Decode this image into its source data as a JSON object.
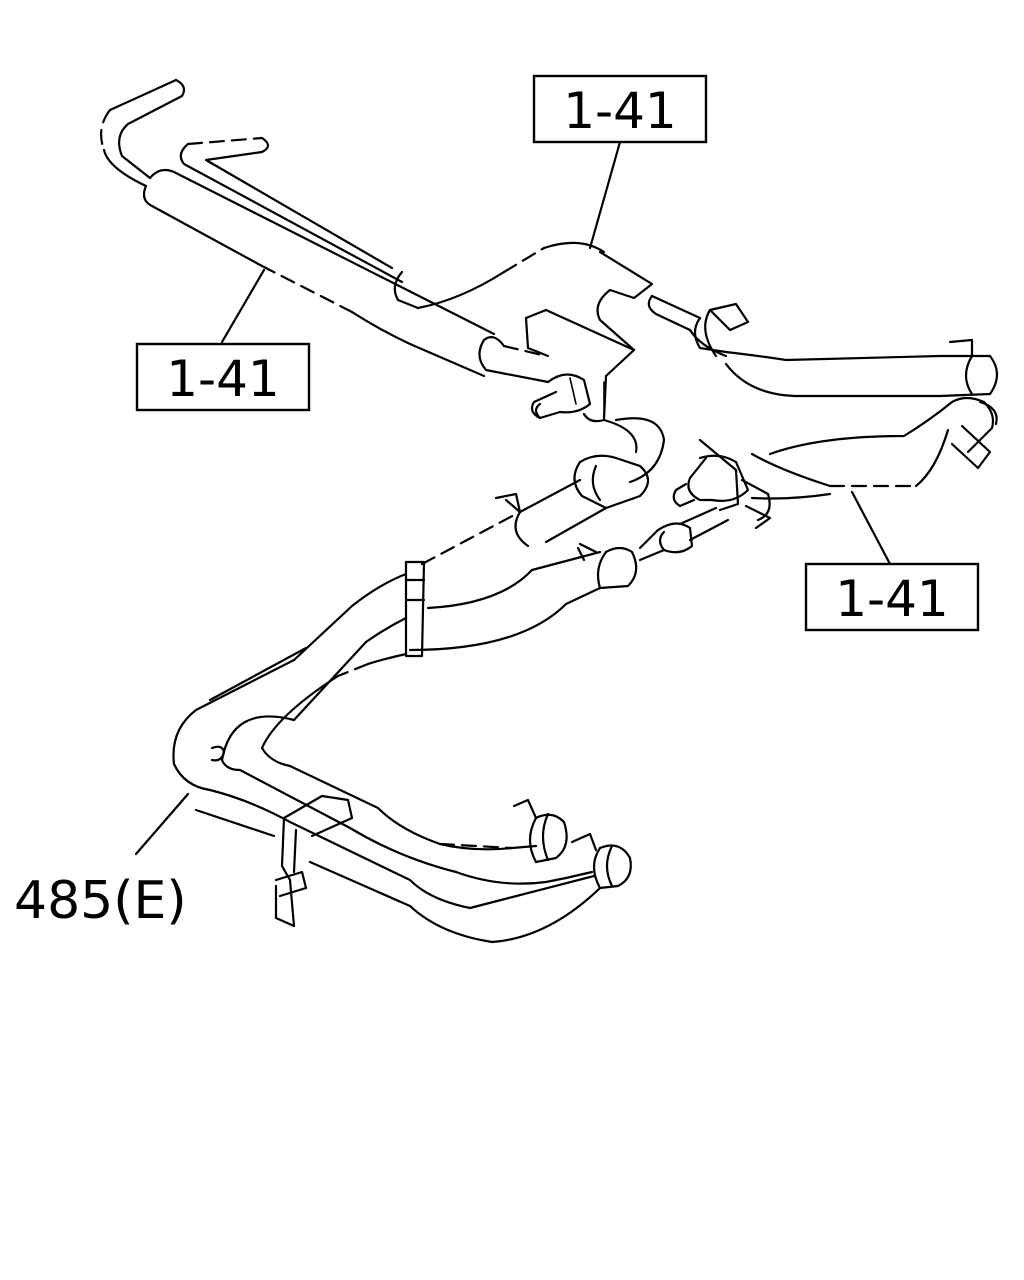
{
  "callouts": {
    "ref_top": "1-41",
    "ref_left": "1-41",
    "ref_right": "1-41",
    "part_number": "485(E)"
  }
}
